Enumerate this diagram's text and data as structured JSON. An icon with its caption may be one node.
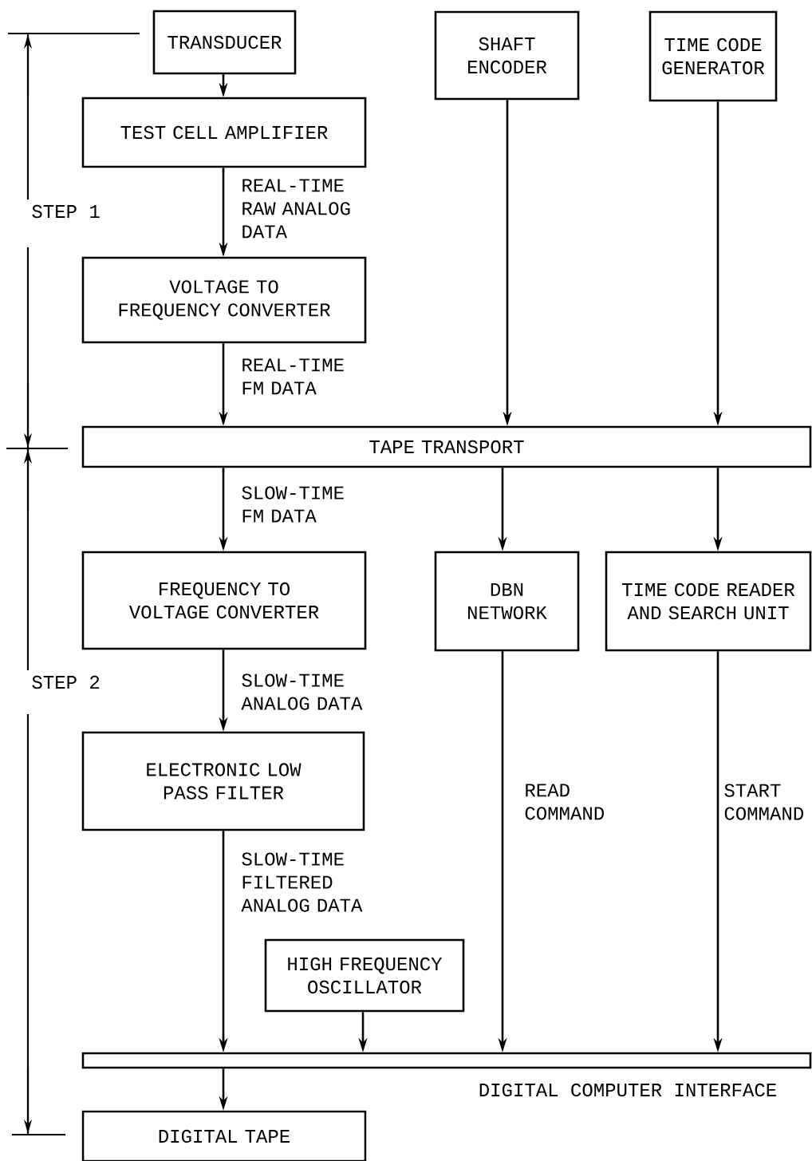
{
  "diagram": {
    "nodes": [
      {
        "text": [
          "TRANSDUCER"
        ]
      },
      {
        "text": [
          "SHAFT ENCODER"
        ]
      },
      {
        "text": [
          "TIME CODE GENERATOR"
        ]
      },
      {
        "text": [
          "TEST CELL AMPLIFIER"
        ]
      },
      {
        "text": [
          "VOLTAGE TO FREQUENCY CONVERTER"
        ]
      },
      {
        "text": [
          "TAPE TRANSPORT"
        ]
      },
      {
        "text": [
          "FREQUENCY TO VOLTAGE CONVERTER"
        ]
      },
      {
        "text": [
          "DBN NETWORK"
        ]
      },
      {
        "text": [
          "TIME CODE READER AND SEARCH UNIT"
        ]
      },
      {
        "text": [
          "ELECTRONIC LOW PASS FILTER"
        ]
      },
      {
        "text": [
          "HIGH FREQUENCY OSCILLATOR"
        ]
      },
      {
        "text": [
          "DIGITAL COMPUTER INTERFACE"
        ]
      },
      {
        "text": [
          "DIGITAL TAPE"
        ]
      }
    ],
    "edges": [
      {
        "from": 0,
        "to": 3,
        "arrow": "to"
      },
      {
        "from": 3,
        "to": 4,
        "arrow": "to",
        "label": "REAL-TIME RAW ANALOG DATA"
      },
      {
        "from": 4,
        "to": 5,
        "arrow": "to",
        "label": "REAL-TIME FM DATA"
      },
      {
        "from": 1,
        "to": 5,
        "arrow": "to"
      },
      {
        "from": 2,
        "to": 5,
        "arrow": "to"
      },
      {
        "from": 5,
        "to": 6,
        "arrow": "to",
        "label": "SLOW-TIME FM DATA"
      },
      {
        "from": 5,
        "to": 7,
        "arrow": "to"
      },
      {
        "from": 5,
        "to": 8,
        "arrow": "to"
      },
      {
        "from": 6,
        "to": 9,
        "arrow": "to",
        "label": "SLOW-TIME ANALOG DATA"
      },
      {
        "from": 9,
        "to": 11,
        "arrow": "to",
        "label": "SLOW-TIME FILTERED ANALOG DATA"
      },
      {
        "from": 10,
        "to": 11,
        "arrow": "to"
      },
      {
        "from": 7,
        "to": 11,
        "arrow": "to",
        "label": "READ COMMAND"
      },
      {
        "from": 8,
        "to": 11,
        "arrow": "to",
        "label": "START COMMAND"
      },
      {
        "from": 11,
        "to": 12,
        "arrow": "to"
      }
    ],
    "labels": [
      "STEP 1",
      "STEP 2"
    ]
  }
}
